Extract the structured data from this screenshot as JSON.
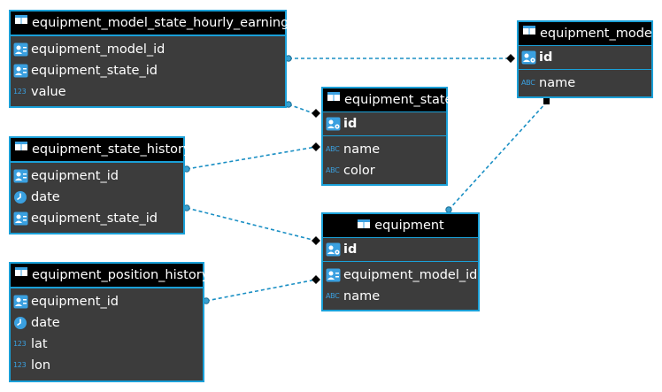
{
  "tables": {
    "hourly_earnings": {
      "title": "equipment_model_state_hourly_earnings",
      "cols": [
        {
          "name": "equipment_model_id",
          "icon": "column-icon"
        },
        {
          "name": "equipment_state_id",
          "icon": "column-icon"
        },
        {
          "name": "value",
          "icon": "numeric-icon",
          "badge": "123"
        }
      ]
    },
    "equipment_model": {
      "title": "equipment_model",
      "pk": "id",
      "cols": [
        {
          "name": "name",
          "icon": "text-icon",
          "badge": "ABC"
        }
      ]
    },
    "equipment_state": {
      "title": "equipment_state",
      "pk": "id",
      "cols": [
        {
          "name": "name",
          "icon": "text-icon",
          "badge": "ABC"
        },
        {
          "name": "color",
          "icon": "text-icon",
          "badge": "ABC"
        }
      ]
    },
    "state_history": {
      "title": "equipment_state_history",
      "cols": [
        {
          "name": "equipment_id",
          "icon": "column-icon"
        },
        {
          "name": "date",
          "icon": "clock-icon"
        },
        {
          "name": "equipment_state_id",
          "icon": "column-icon"
        }
      ]
    },
    "equipment": {
      "title": "equipment",
      "pk": "id",
      "cols": [
        {
          "name": "equipment_model_id",
          "icon": "column-icon"
        },
        {
          "name": "name",
          "icon": "text-icon",
          "badge": "ABC"
        }
      ]
    },
    "position_history": {
      "title": "equipment_position_history",
      "cols": [
        {
          "name": "equipment_id",
          "icon": "column-icon"
        },
        {
          "name": "date",
          "icon": "clock-icon"
        },
        {
          "name": "lat",
          "icon": "numeric-icon",
          "badge": "123"
        },
        {
          "name": "lon",
          "icon": "numeric-icon",
          "badge": "123"
        }
      ]
    }
  },
  "colors": {
    "border": "#1aa0d8",
    "header": "#000000",
    "body": "#3c3c3c",
    "link": "#1a8fc4"
  }
}
